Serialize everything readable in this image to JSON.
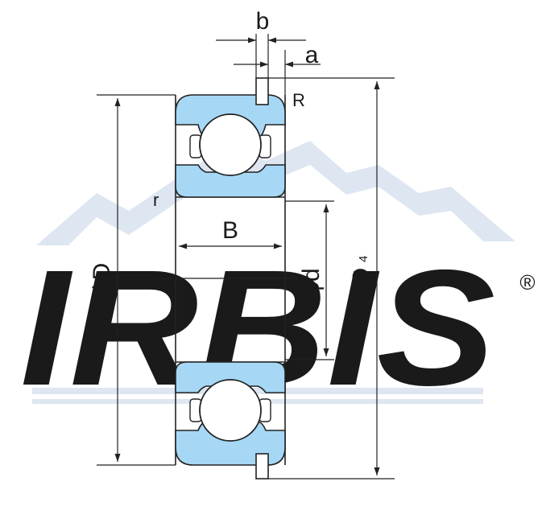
{
  "watermark": {
    "brand": "IRBIS",
    "registered_mark": "®",
    "color": "#dde6f1"
  },
  "dimensions": {
    "b": "b",
    "a": "a",
    "R": "R",
    "r": "r",
    "B": "B",
    "outer_diameter": "ϕD",
    "bore_diameter": "ϕd",
    "snap_ring_diameter_symbol": "ϕD",
    "snap_ring_diameter_subscript": "4"
  },
  "colors": {
    "ring_fill": "#a6d8f5",
    "ball_fill": "#ffffff",
    "outline": "#222222"
  }
}
